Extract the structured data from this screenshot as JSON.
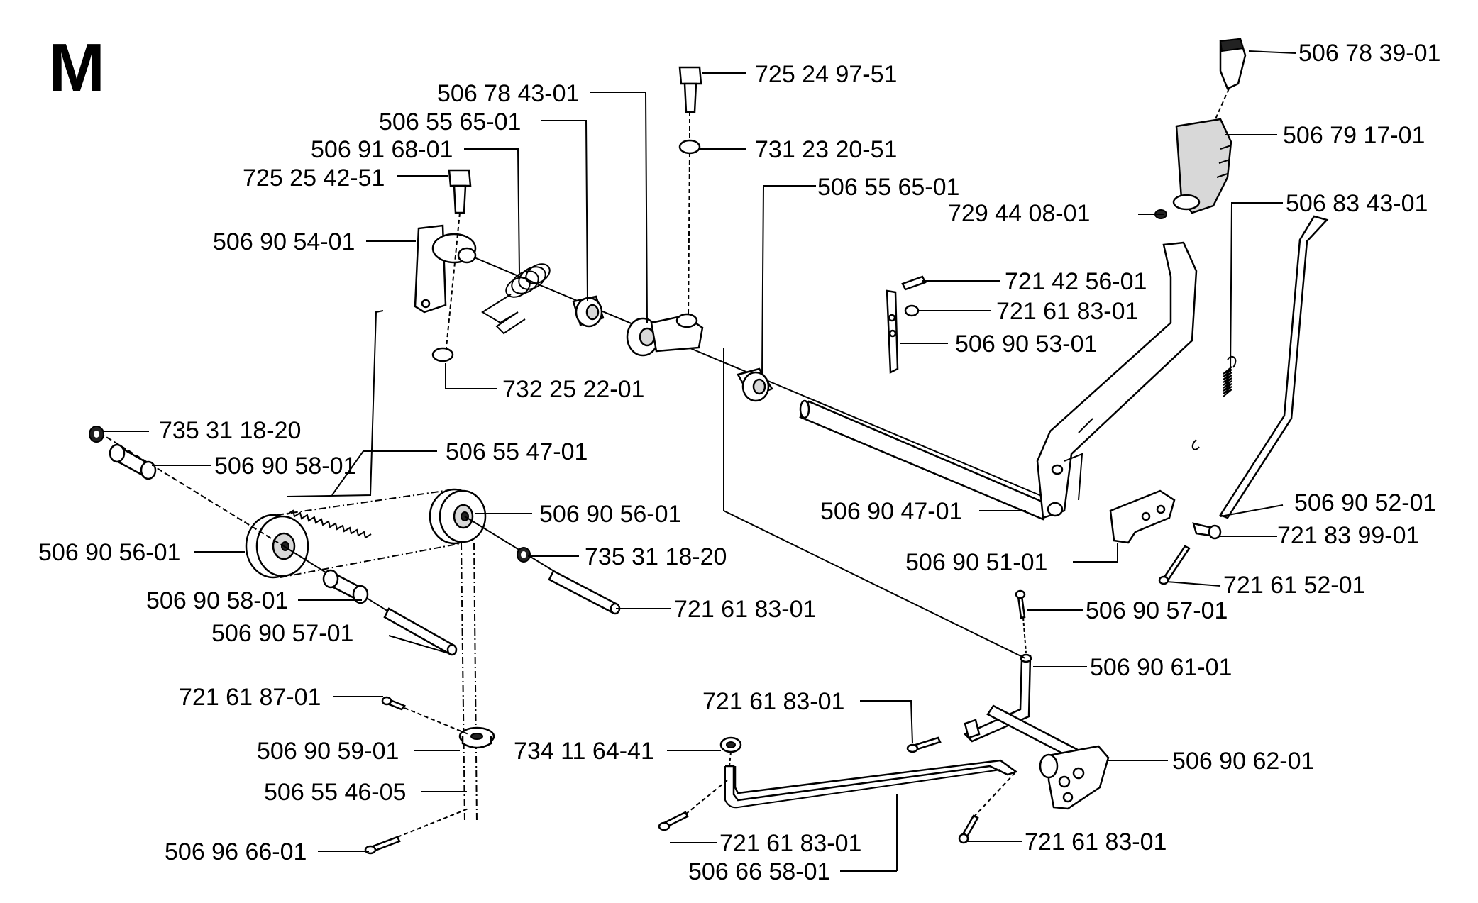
{
  "diagram": {
    "section_letter": "M",
    "part_numbers": [
      "506 78 39-01",
      "725 24 97-51",
      "506 78 43-01",
      "506 79 17-01",
      "506 55 65-01",
      "731 23 20-51",
      "506 91 68-01",
      "506 55 65-01",
      "725 25 42-51",
      "729 44 08-01",
      "506 83 43-01",
      "506 90 54-01",
      "721 42 56-01",
      "721 61 83-01",
      "506 90 53-01",
      "732 25 22-01",
      "735 31 18-20",
      "506 55 47-01",
      "506 90 58-01",
      "506 90 56-01",
      "506 90 47-01",
      "506 90 52-01",
      "506 90 56-01",
      "721 83 99-01",
      "735 31 18-20",
      "506 90 51-01",
      "721 61 52-01",
      "506 90 58-01",
      "506 90 57-01",
      "721 61 83-01",
      "506 90 57-01",
      "506 90 61-01",
      "721 61 87-01",
      "721 61 83-01",
      "734 11 64-41",
      "506 90 62-01",
      "506 90 59-01",
      "506 55 46-05",
      "721 61 83-01",
      "721 61 83-01",
      "506 96 66-01",
      "506 66 58-01"
    ]
  }
}
